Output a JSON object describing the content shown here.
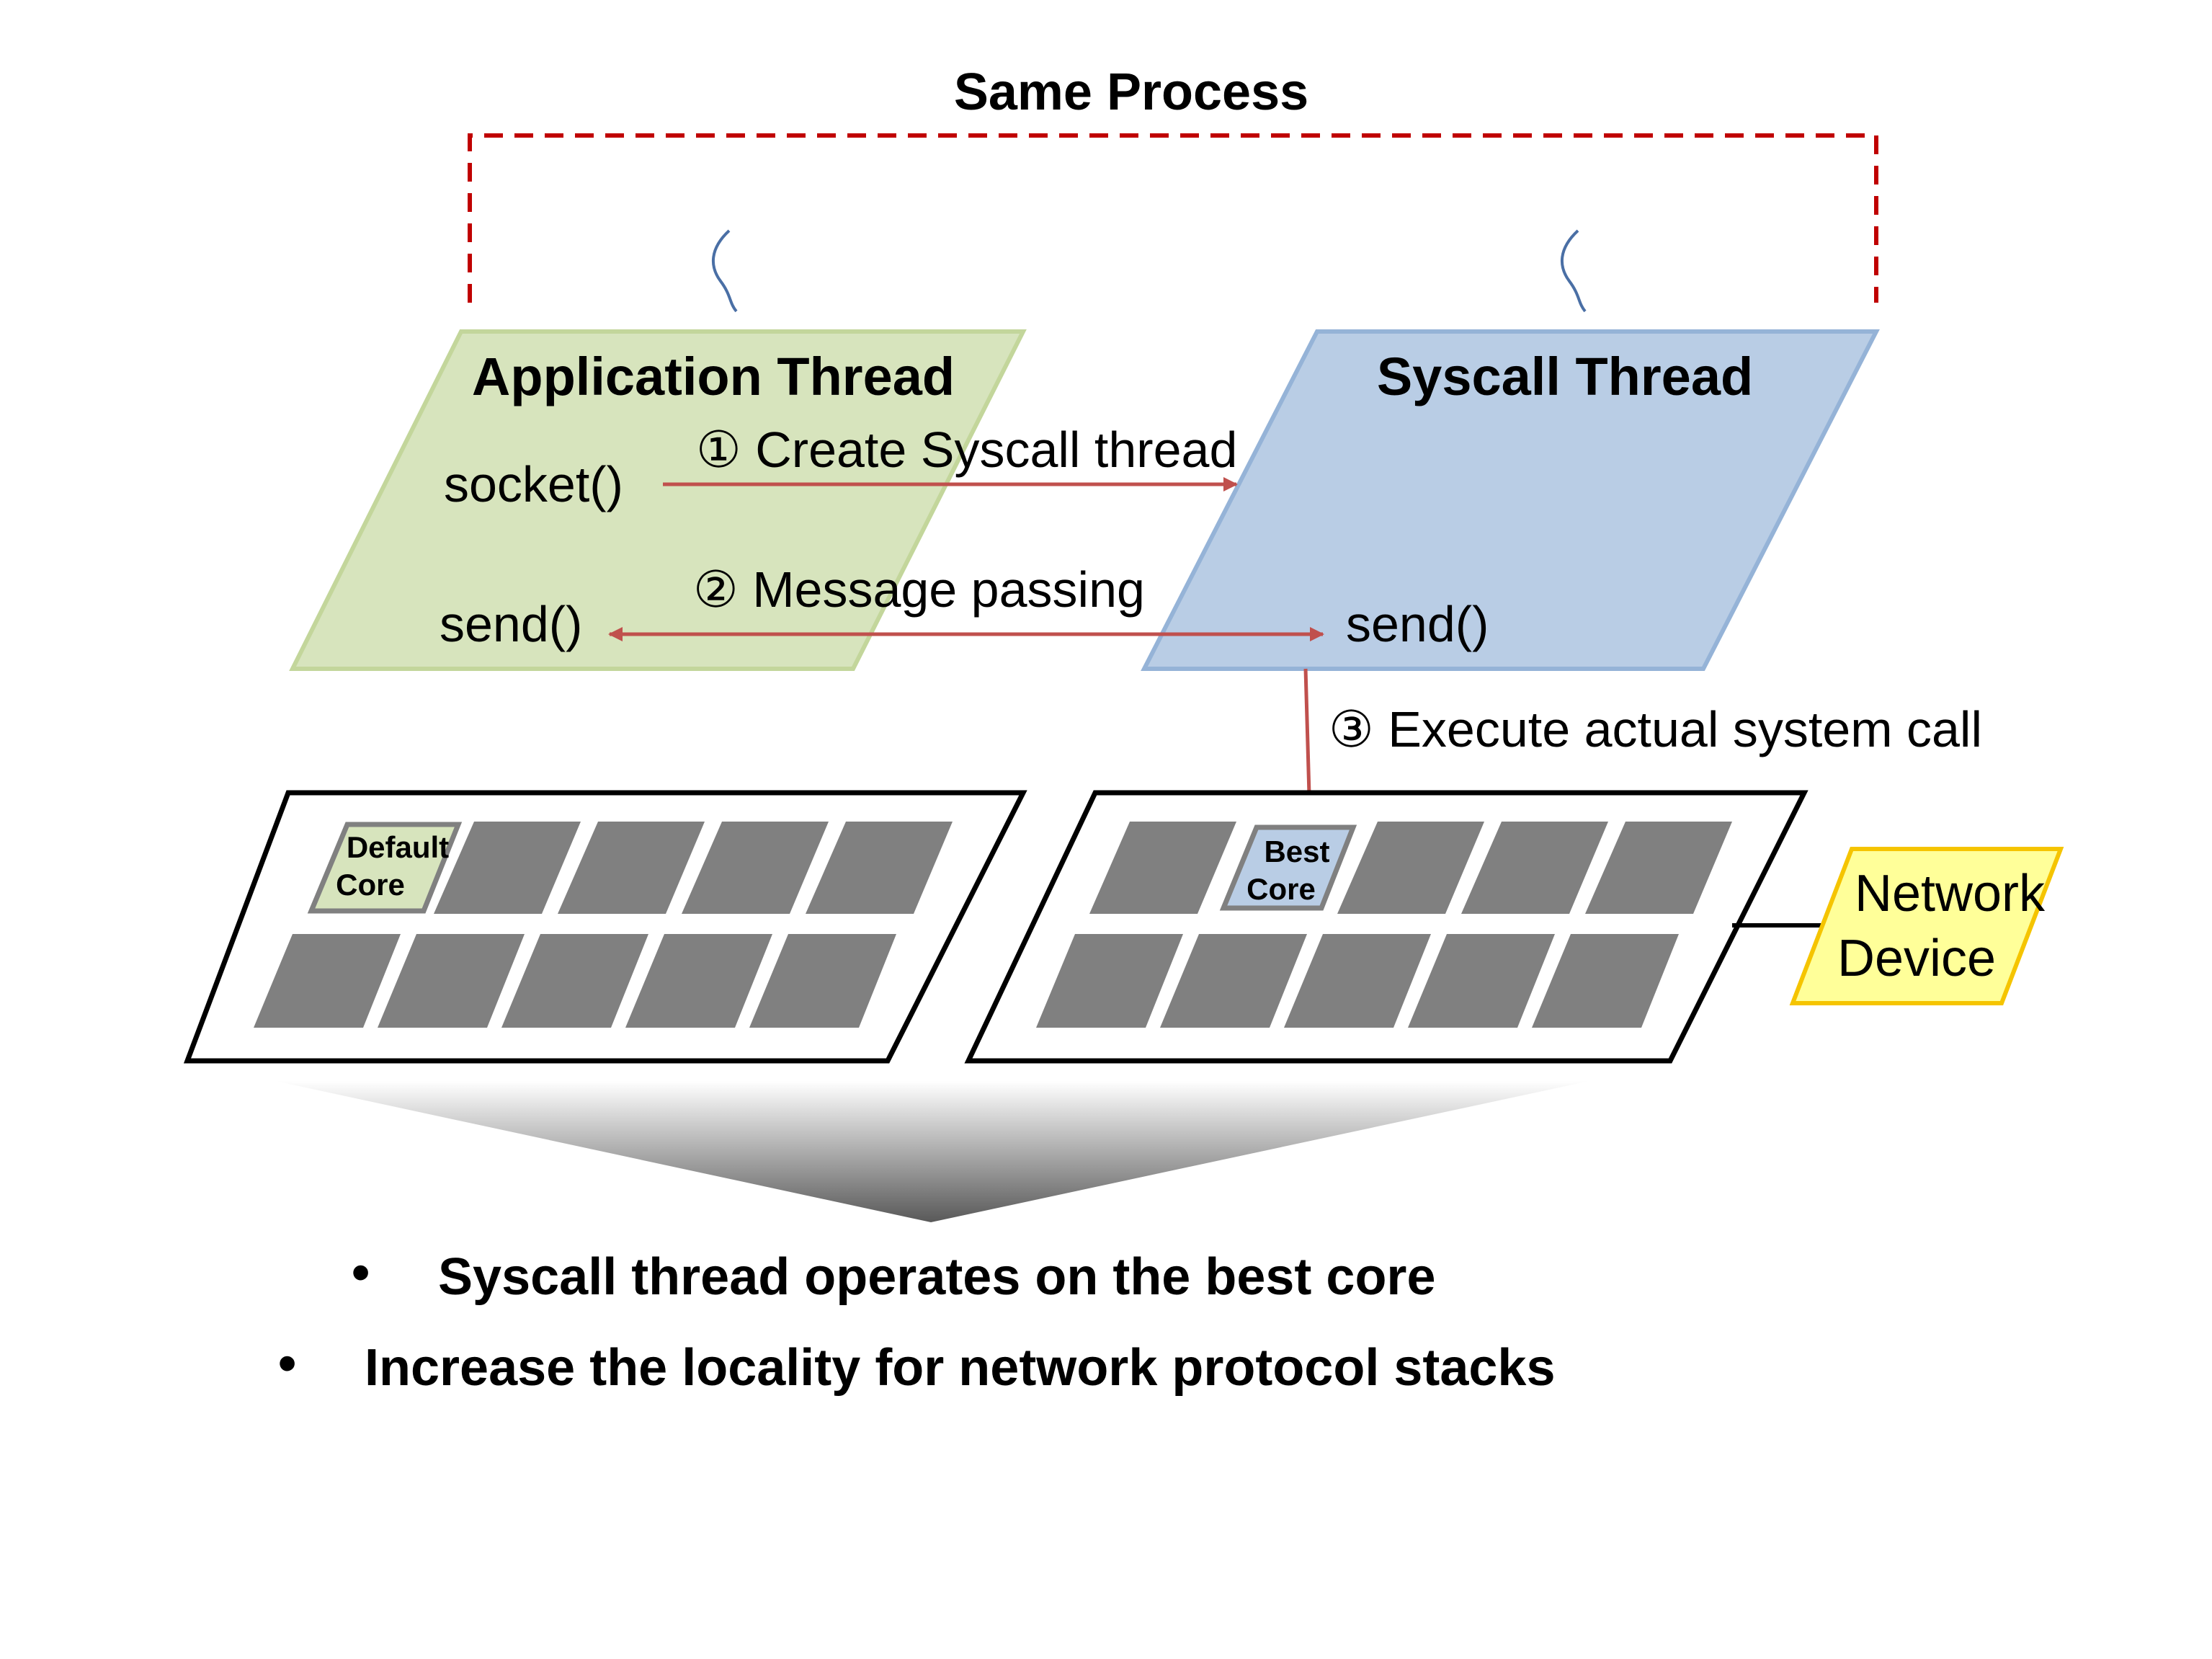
{
  "process": {
    "title": "Same Process",
    "border_color": "#c00000"
  },
  "app_thread": {
    "title": "Application Thread",
    "fill": "#d7e4bd",
    "stroke": "#c3d69b",
    "call_socket": "socket()",
    "call_send": "send()"
  },
  "syscall_thread": {
    "title": "Syscall Thread",
    "fill": "#b9cde5",
    "stroke": "#95b3d7",
    "call_send": "send()"
  },
  "steps": {
    "step1": "① Create Syscall thread",
    "step2": "② Message passing",
    "step3": "③ Execute actual system call",
    "arrow_color": "#c0504d"
  },
  "cpus": {
    "default_core": {
      "line1": "Default",
      "line2": "Core"
    },
    "best_core": {
      "line1": "Best",
      "line2": "Core"
    },
    "core_color": "#808080"
  },
  "network_device": {
    "line1": "Network",
    "line2": "Device",
    "fill": "#ffff99",
    "stroke": "#f5c400"
  },
  "bullets": [
    "Syscall thread operates on the best core",
    "Increase the locality for network protocol stacks"
  ]
}
